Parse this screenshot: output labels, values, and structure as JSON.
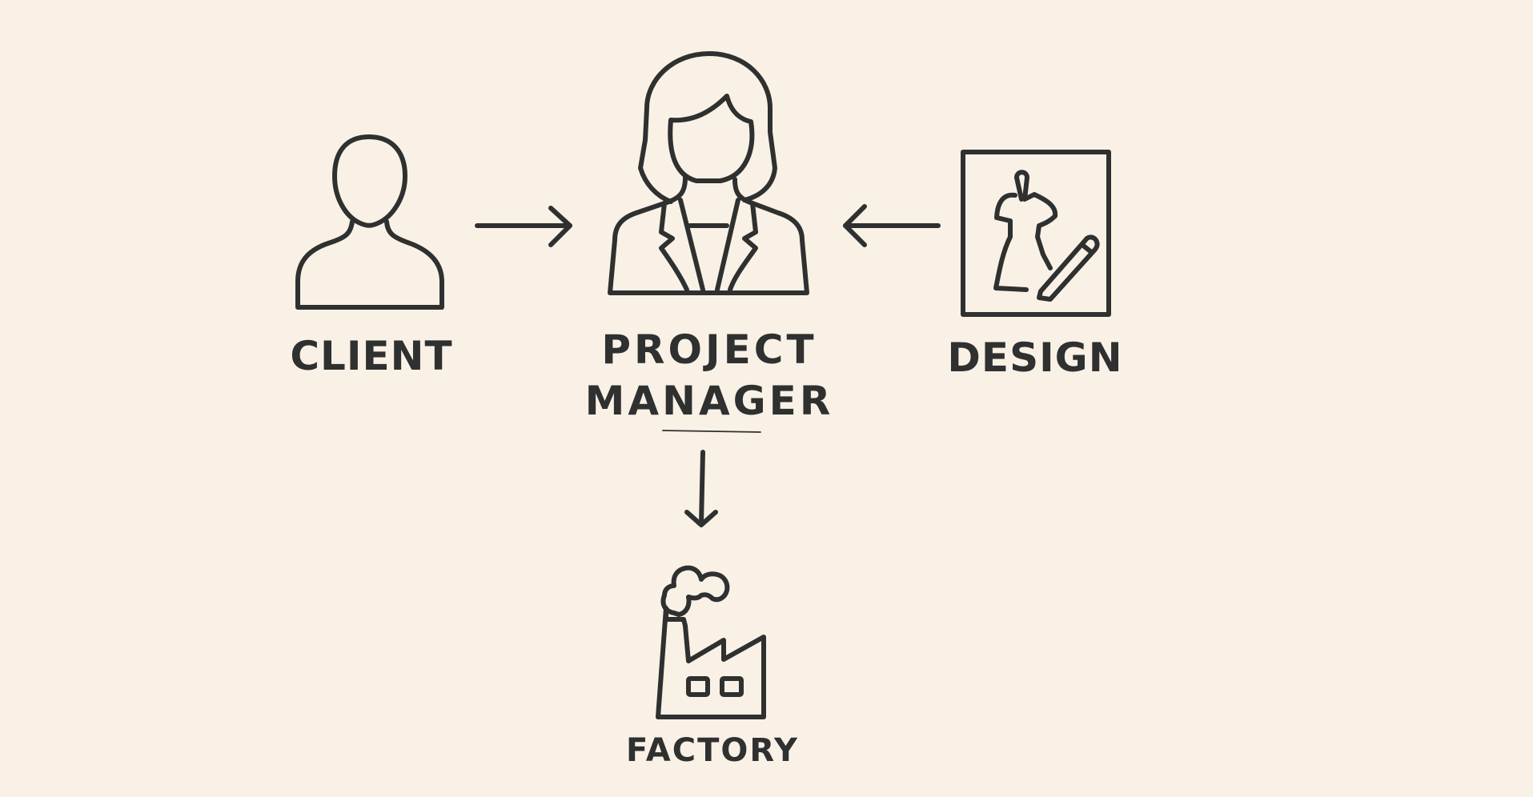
{
  "nodes": {
    "client": {
      "label": "CLIENT",
      "icon": "person-icon"
    },
    "project_manager": {
      "label_line1": "PROJECT",
      "label_line2": "MANAGER",
      "icon": "woman-manager-icon"
    },
    "design": {
      "label": "DESIGN",
      "icon": "dress-sketch-icon"
    },
    "factory": {
      "label": "FACTORY",
      "icon": "factory-icon"
    }
  },
  "edges": [
    {
      "from": "client",
      "to": "project_manager"
    },
    {
      "from": "design",
      "to": "project_manager"
    },
    {
      "from": "project_manager",
      "to": "factory"
    }
  ],
  "colors": {
    "background": "#faf1e6",
    "ink": "#2f3030"
  }
}
